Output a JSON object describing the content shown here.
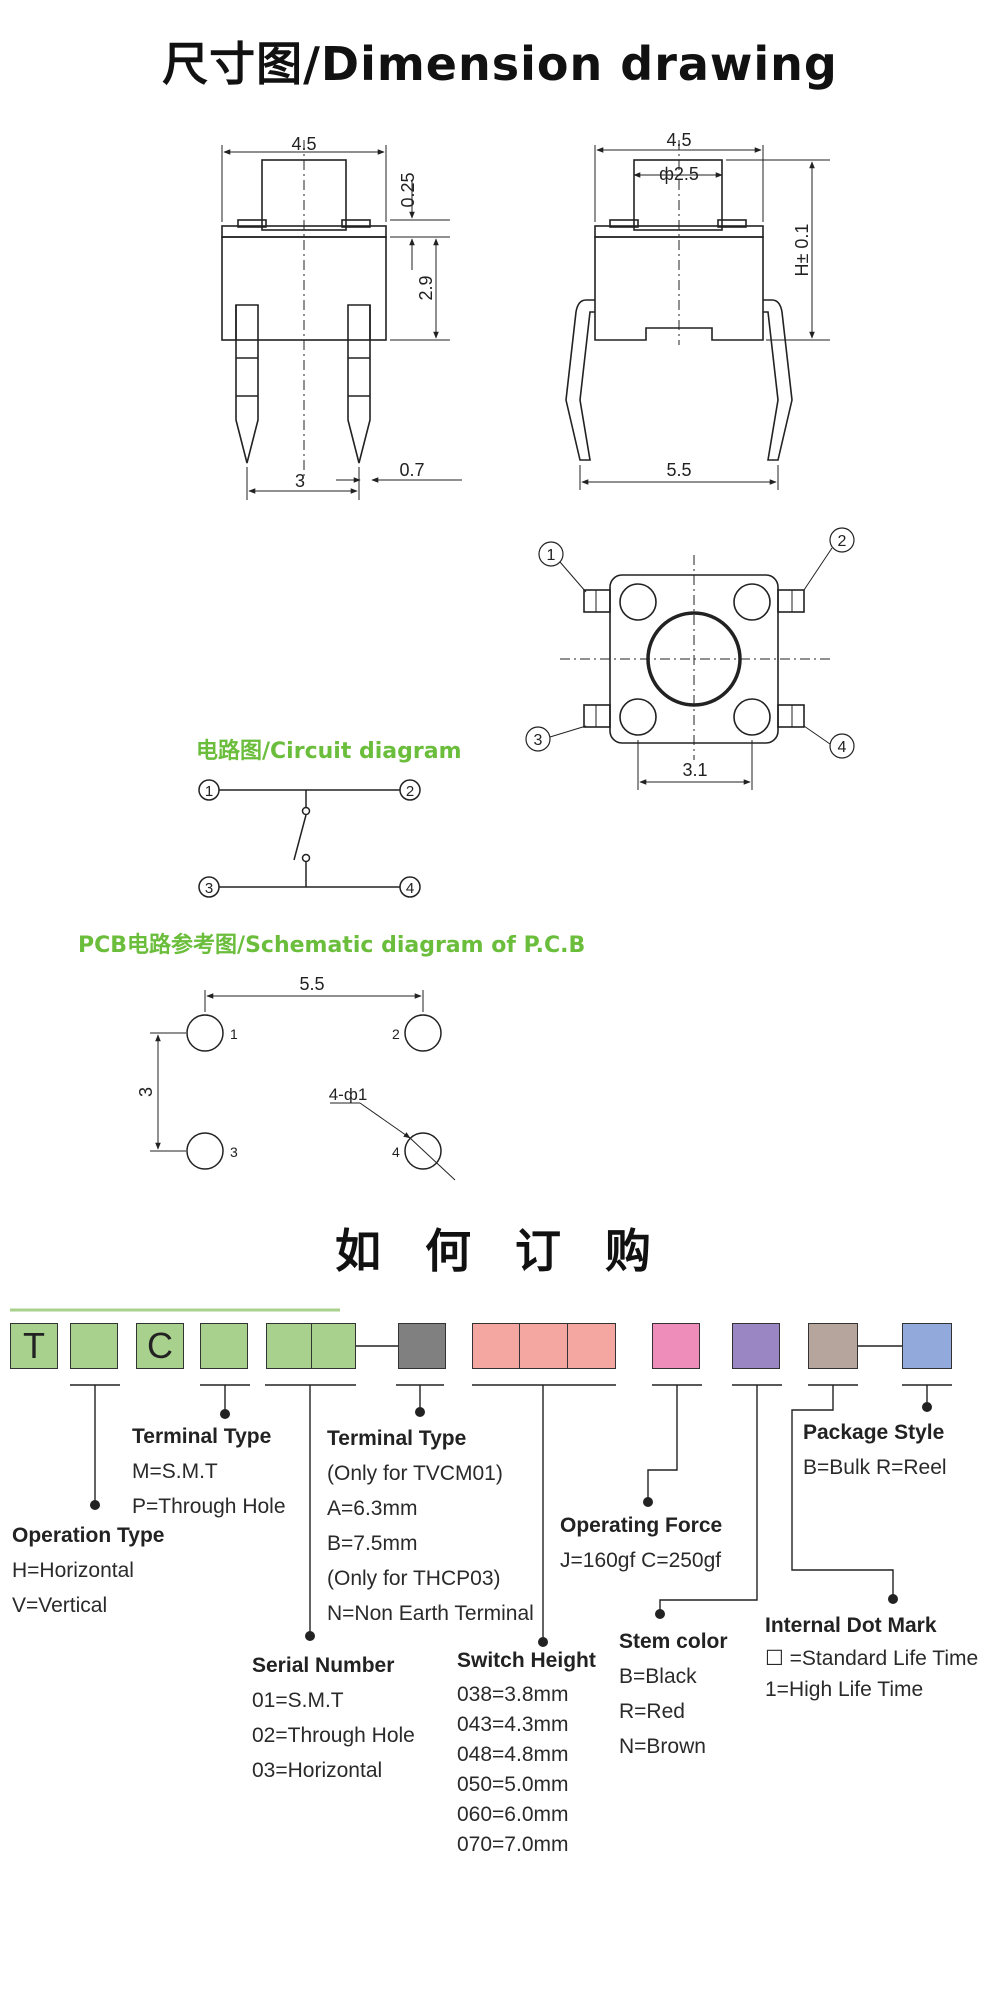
{
  "titles": {
    "dimension": "尺寸图/Dimension drawing",
    "circuit": "电路图/Circuit diagram",
    "pcb": "PCB电路参考图/Schematic diagram of P.C.B",
    "order": "如 何 订 购"
  },
  "dimensions": {
    "front_width": "4.5",
    "front_top": "0.25",
    "front_height": "2.9",
    "front_pitch": "3",
    "front_pin": "0.7",
    "side_width": "4.5",
    "side_stem": "ф2.5",
    "side_height": "H± 0.1",
    "side_span": "5.5",
    "top_pitch": "3.1"
  },
  "pins": {
    "p1": "1",
    "p2": "2",
    "p3": "3",
    "p4": "4"
  },
  "pcb": {
    "width": "5.5",
    "height": "3",
    "hole": "4-ф1"
  },
  "code": {
    "letter1": "T",
    "letter2": "C"
  },
  "colors": {
    "green": "#a9d18e",
    "gray": "#808080",
    "pink_light": "#f4a7a1",
    "pink": "#ee8cba",
    "purple": "#9b86c4",
    "taupe": "#b5a59c",
    "blue": "#91a9db",
    "title_green": "#6bbd3c"
  },
  "legend": {
    "terminal_type_1": {
      "title": "Terminal Type",
      "lines": [
        "M=S.M.T",
        "P=Through Hole"
      ]
    },
    "terminal_type_2": {
      "title": "Terminal Type",
      "lines": [
        "(Only for TVCM01)",
        "A=6.3mm",
        "B=7.5mm",
        "(Only for THCP03)",
        "N=Non Earth Terminal"
      ]
    },
    "operation_type": {
      "title": "Operation Type",
      "lines": [
        "H=Horizontal",
        "V=Vertical"
      ]
    },
    "serial_number": {
      "title": "Serial Number",
      "lines": [
        "01=S.M.T",
        "02=Through Hole",
        "03=Horizontal"
      ]
    },
    "switch_height": {
      "title": "Switch Height",
      "lines": [
        "038=3.8mm",
        "043=4.3mm",
        "048=4.8mm",
        "050=5.0mm",
        "060=6.0mm",
        "070=7.0mm"
      ]
    },
    "operating_force": {
      "title": "Operating Force",
      "lines": [
        "J=160gf C=250gf"
      ]
    },
    "stem_color": {
      "title": "Stem color",
      "lines": [
        "B=Black",
        "R=Red",
        "N=Brown"
      ]
    },
    "package_style": {
      "title": "Package Style",
      "lines": [
        "B=Bulk R=Reel"
      ]
    },
    "internal_dot_mark": {
      "title": "Internal Dot Mark",
      "lines": [
        "☐ =Standard Life Time",
        "1=High Life Time"
      ]
    }
  }
}
